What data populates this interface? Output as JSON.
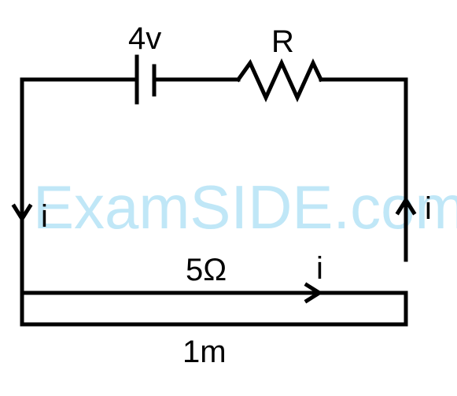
{
  "labels": {
    "battery_voltage": "4v",
    "resistor_r": "R",
    "current_left": "i",
    "current_right": "i",
    "current_bottom": "i",
    "wire_resistance": "5Ω",
    "wire_length": "1m"
  },
  "watermark": "ExamSIDE.com",
  "colors": {
    "wire": "#000000",
    "watermark": "#b6e3f6"
  }
}
